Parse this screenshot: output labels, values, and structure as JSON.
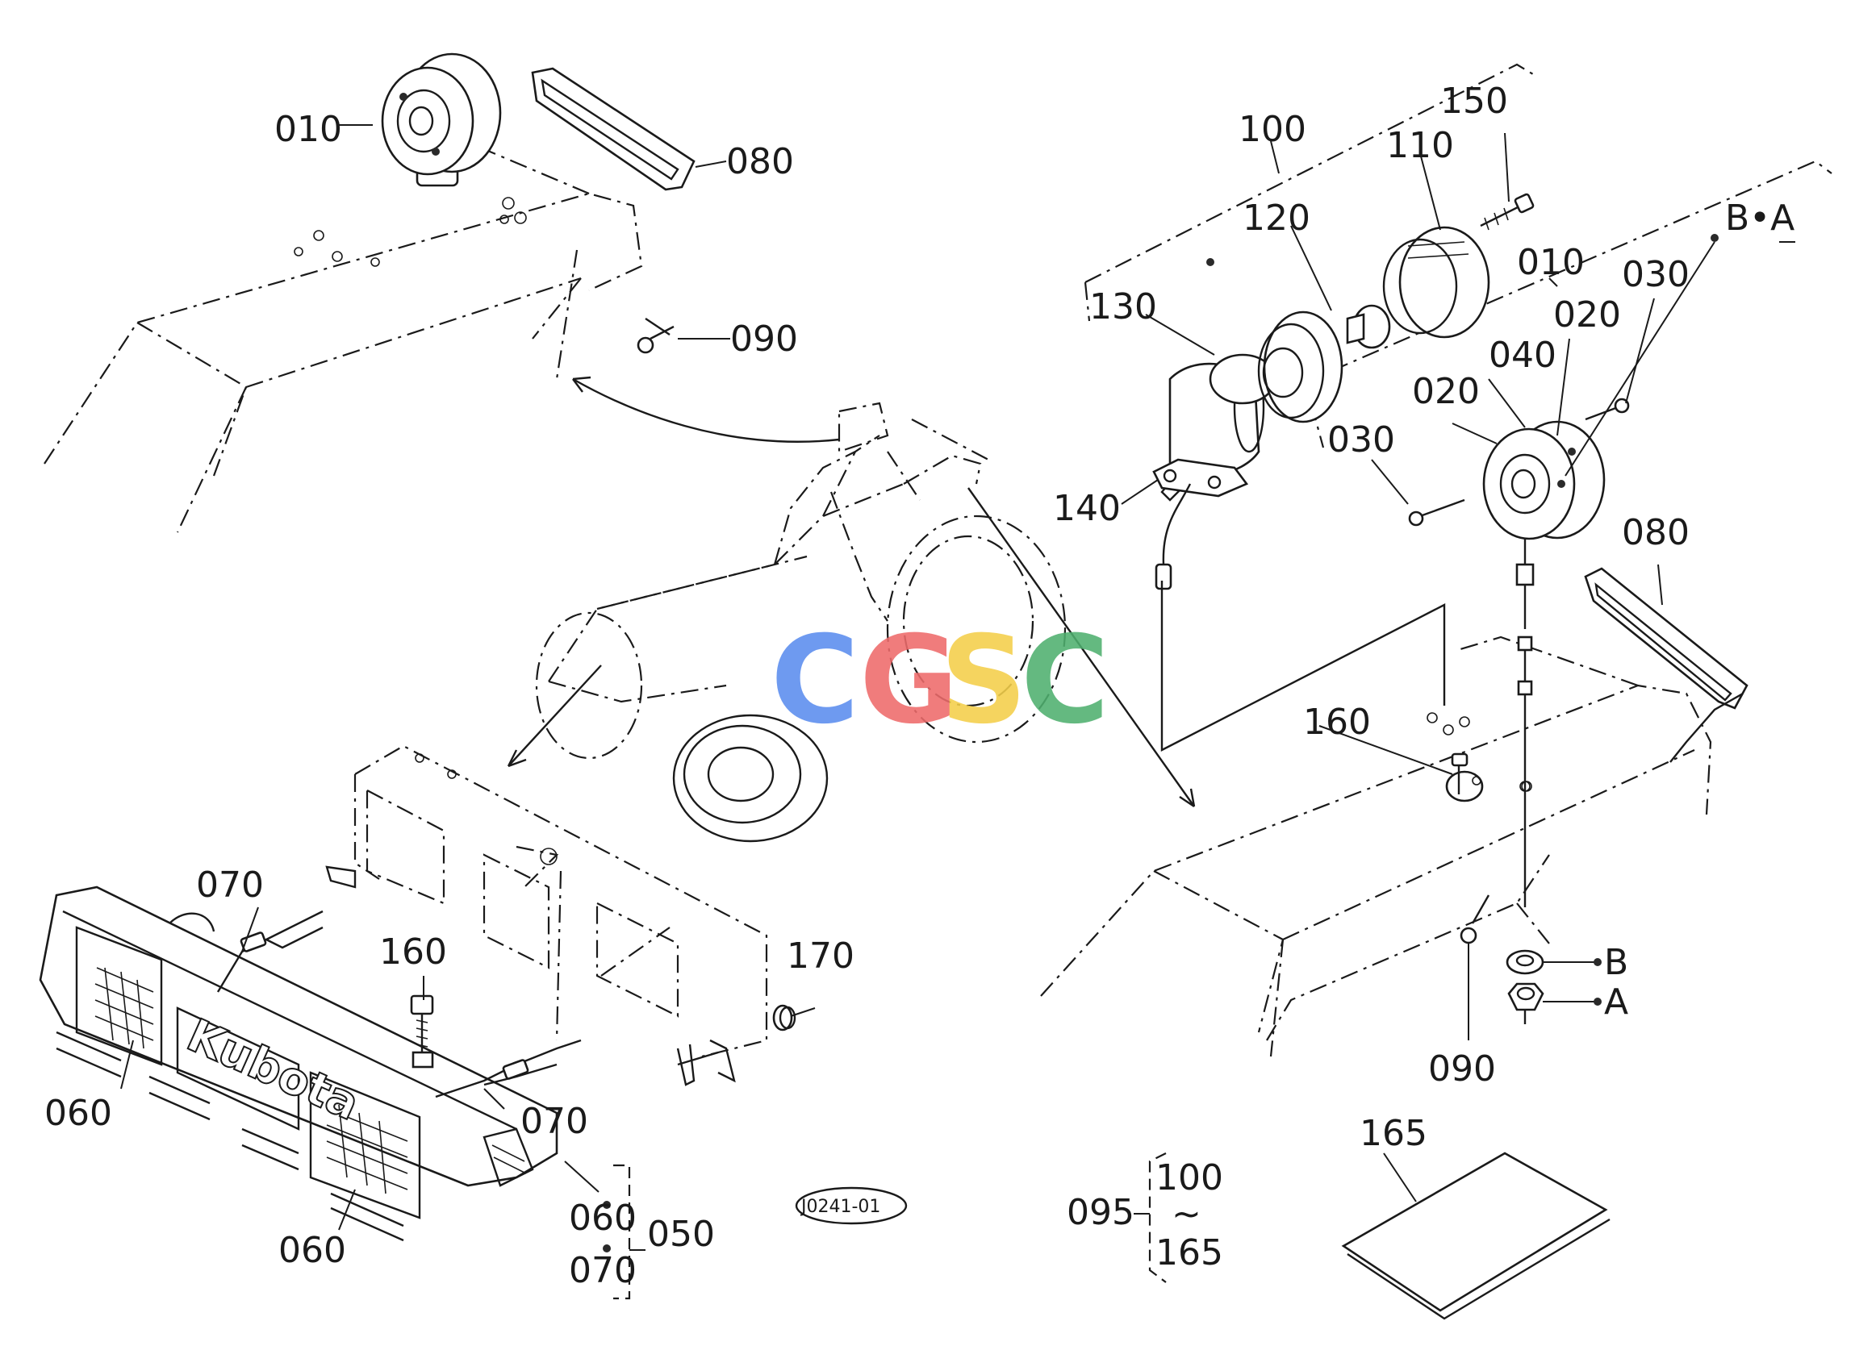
{
  "diagram": {
    "figure_code": "J0241-01",
    "watermark": {
      "letters": [
        "C",
        "G",
        "S",
        "C"
      ],
      "colors": [
        "#5b8def",
        "#ee6b6b",
        "#f4cf4a",
        "#4fb06f"
      ]
    },
    "labels": {
      "l_010_top": "010",
      "l_080_top": "080",
      "l_090_top": "090",
      "l_100": "100",
      "l_110": "110",
      "l_150": "150",
      "l_120": "120",
      "l_130": "130",
      "l_140": "140",
      "l_010_r": "010",
      "l_030_r": "030",
      "l_020_r": "020",
      "l_040": "040",
      "l_020_l": "020",
      "l_030_l": "030",
      "l_b_a": "B•A",
      "l_080_r": "080",
      "l_160_r": "160",
      "l_b": "B",
      "l_a": "A",
      "l_090_r": "090",
      "l_070_top": "070",
      "l_160_mid": "160",
      "l_170": "170",
      "l_060_left": "060",
      "l_070_mid": "070",
      "l_060_bot": "060",
      "l_060_grp": "060",
      "l_070_grp": "070",
      "l_050": "050",
      "l_095": "095",
      "l_100_rng": "100",
      "l_tilde": "~",
      "l_165_rng": "165",
      "l_165": "165"
    },
    "brand_text": "Kubota"
  }
}
